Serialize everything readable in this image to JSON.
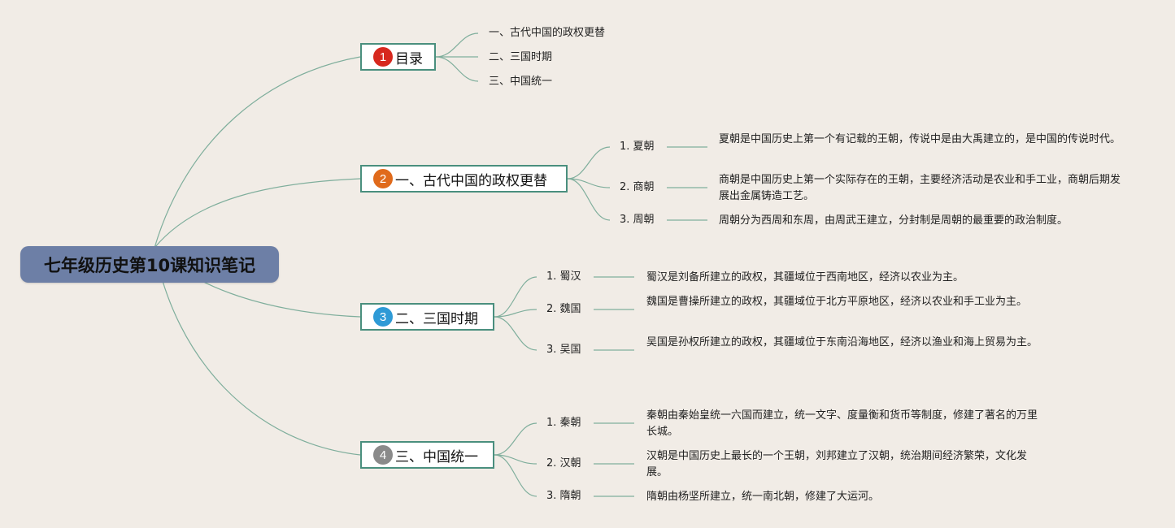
{
  "root": {
    "title": "七年级历史第10课知识笔记"
  },
  "branches": [
    {
      "number": "1",
      "label": "目录",
      "color": "#d7281e",
      "items": [
        {
          "label": "一、古代中国的政权更替"
        },
        {
          "label": "二、三国时期"
        },
        {
          "label": "三、中国统一"
        }
      ]
    },
    {
      "number": "2",
      "label": "一、古代中国的政权更替",
      "color": "#e06a1b",
      "items": [
        {
          "label": "1. 夏朝",
          "desc": "夏朝是中国历史上第一个有记载的王朝，传说中是由大禹建立的，是中国的传说时代。"
        },
        {
          "label": "2. 商朝",
          "desc": "商朝是中国历史上第一个实际存在的王朝，主要经济活动是农业和手工业，商朝后期发展出金属铸造工艺。"
        },
        {
          "label": "3. 周朝",
          "desc": "周朝分为西周和东周，由周武王建立，分封制是周朝的最重要的政治制度。"
        }
      ]
    },
    {
      "number": "3",
      "label": "二、三国时期",
      "color": "#2e9ad6",
      "items": [
        {
          "label": "1. 蜀汉",
          "desc": "蜀汉是刘备所建立的政权，其疆域位于西南地区，经济以农业为主。"
        },
        {
          "label": "2. 魏国",
          "desc": "魏国是曹操所建立的政权，其疆域位于北方平原地区，经济以农业和手工业为主。"
        },
        {
          "label": "3. 吴国",
          "desc": "吴国是孙权所建立的政权，其疆域位于东南沿海地区，经济以渔业和海上贸易为主。"
        }
      ]
    },
    {
      "number": "4",
      "label": "三、中国统一",
      "color": "#8a8a8a",
      "items": [
        {
          "label": "1. 秦朝",
          "desc": "秦朝由秦始皇统一六国而建立，统一文字、度量衡和货币等制度，修建了著名的万里长城。"
        },
        {
          "label": "2. 汉朝",
          "desc": "汉朝是中国历史上最长的一个王朝，刘邦建立了汉朝，统治期间经济繁荣，文化发展。"
        },
        {
          "label": "3. 隋朝",
          "desc": "隋朝由杨坚所建立，统一南北朝，修建了大运河。"
        }
      ]
    }
  ]
}
